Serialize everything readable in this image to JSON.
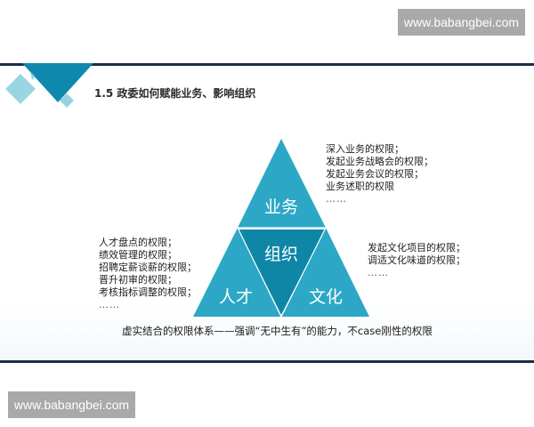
{
  "watermarks": {
    "top": "www.babangbei.com",
    "bottom": "www.babangbei.com"
  },
  "slide": {
    "title": "1.5 政委如何赋能业务、影响组织",
    "pyramid": {
      "top": "业务",
      "center": "组织",
      "bottom_left": "人才",
      "bottom_right": "文化"
    },
    "business_rights": [
      "深入业务的权限；",
      "发起业务战略会的权限；",
      "发起业务会议的权限；",
      "业务述职的权限",
      "……"
    ],
    "talent_rights": [
      "人才盘点的权限；",
      "绩效管理的权限；",
      "招聘定薪谈薪的权限；",
      "晋升初审的权限；",
      "考核指标调整的权限；",
      "……"
    ],
    "culture_rights": [
      "发起文化项目的权限；",
      "调适文化味道的权限；",
      "……"
    ],
    "caption": "虚实结合的权限体系——强调“无中生有”的能力，不case刚性的权限"
  },
  "colors": {
    "triangle_light": "#2ca8c6",
    "triangle_dark": "#0f86a6",
    "rule": "#1c2d4a",
    "deco_dark": "#0e89ad",
    "deco_light": "#8fd0e0",
    "watermark_bg": "#a9a9a9"
  }
}
